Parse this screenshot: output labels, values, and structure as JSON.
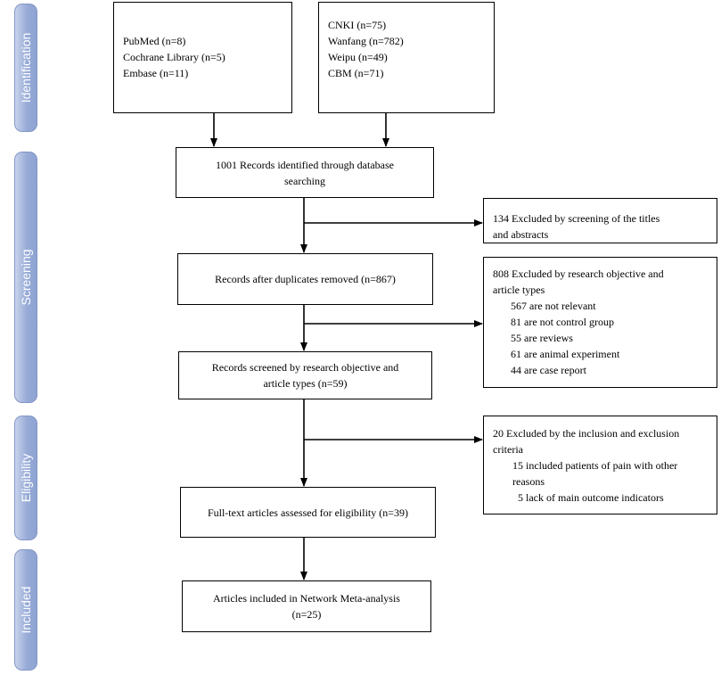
{
  "stages": {
    "identification": "Identification",
    "screening": "Screening",
    "eligibility": "Eligibility",
    "included": "Included"
  },
  "boxes": {
    "english_databases": [
      "PubMed (n=8)",
      "Cochrane Library (n=5)",
      "Embase (n=11)"
    ],
    "chinese_databases": [
      "CNKI (n=75)",
      "Wanfang (n=782)",
      "Weipu (n=49)",
      "CBM (n=71)"
    ],
    "records_identified": [
      "1001 Records identified through database",
      "searching"
    ],
    "excluded_titles": [
      "134  Excluded by screening of the titles",
      "and abstracts"
    ],
    "after_duplicates": "Records after duplicates removed (n=867)",
    "excluded_objective": {
      "heading": [
        "808  Excluded by research objective and",
        "article types"
      ],
      "items": [
        "567 are not relevant",
        "81 are not control group",
        "55 are reviews",
        "61 are animal experiment",
        "44 are case report"
      ]
    },
    "screened_objective": [
      "Records screened by research objective and",
      "article types (n=59)"
    ],
    "excluded_criteria": {
      "heading": [
        "20 Excluded by the inclusion and exclusion",
        "criteria"
      ],
      "items": [
        "15 included patients of pain with other",
        "reasons",
        "5 lack of main outcome indicators"
      ]
    },
    "full_text": "Full-text articles assessed for eligibility (n=39)",
    "included_nma": [
      "Articles included in Network Meta-analysis",
      "(n=25)"
    ]
  }
}
